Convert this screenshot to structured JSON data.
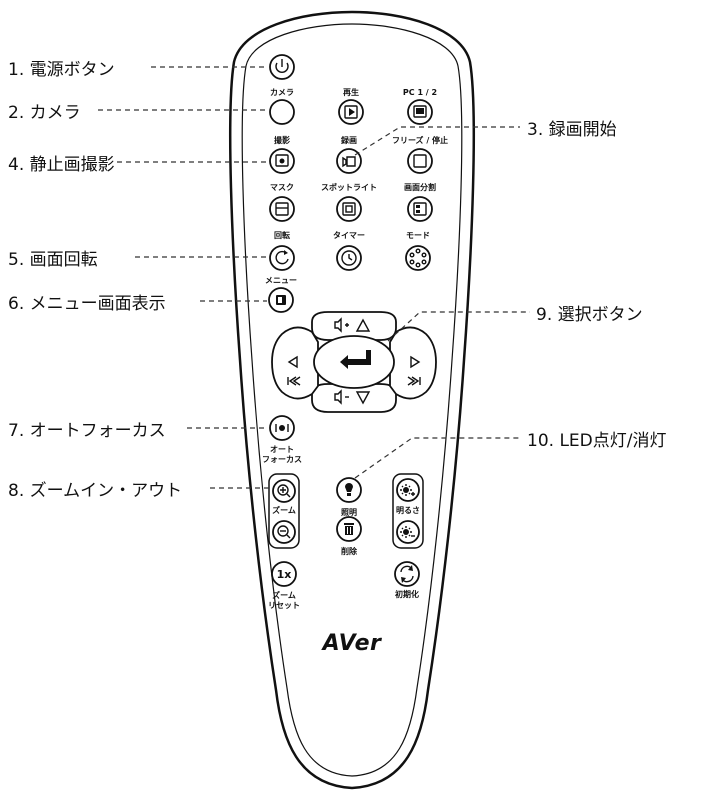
{
  "callouts": {
    "c1": "1. 電源ボタン",
    "c2": "2. カメラ",
    "c3": "3. 録画開始",
    "c4": "4. 静止画撮影",
    "c5": "5. 画面回転",
    "c6": "6. メニュー画面表示",
    "c7": "7. オートフォーカス",
    "c8": "8. ズームイン・アウト",
    "c9": "9.  選択ボタン",
    "c10": "10. LED点灯/消灯"
  },
  "remote": {
    "camera": "カメラ",
    "play": "再生",
    "pc": "PC 1 / 2",
    "capture": "撮影",
    "record": "録画",
    "freeze_stop": "フリーズ / 停止",
    "mask": "マスク",
    "spotlight": "スポットライト",
    "split": "画面分割",
    "rotate": "回転",
    "timer": "タイマー",
    "mode": "モード",
    "menu": "メニュー",
    "autofocus_1": "オート",
    "autofocus_2": "フォーカス",
    "zoom": "ズーム",
    "lamp": "照明",
    "delete": "削除",
    "brightness": "明るさ",
    "zoom_reset_1": "ズーム",
    "zoom_reset_2": "リセット",
    "init": "初期化",
    "logo": "AVer"
  }
}
